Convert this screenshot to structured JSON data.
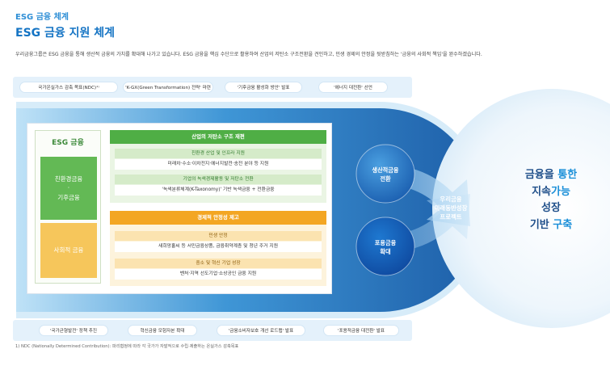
{
  "header": {
    "kicker": "ESG 금융 체계",
    "title": "ESG 금융 지원 체계",
    "intro": "우리금융그룹은 ESG 금융을 통해 생산적 금융의 가치를 확대해 나가고 있습니다. ESG 금융을 핵심 수단으로 활용하여 산업의 저탄소 구조전환을 견인하고, 민생 경제의 안정을 뒷받침하는 '금융의 사회적 책임'을 완수하겠습니다."
  },
  "top_drivers": [
    "국가온실가스 감축 목표(NDC)¹⁾",
    "'K-GX(Green Transformation) 전략' 마련",
    "'기후금융 활성화 방안' 발표",
    "'에너지 대전환' 선언"
  ],
  "bottom_drivers": [
    "'국가균형발전' 정책 추진",
    "혁신금융 모험자본 확대",
    "'금융소비자보호 개선 로드맵' 발표",
    "'포용적금융 대전환' 발표"
  ],
  "esg": {
    "heading": "ESG 금융",
    "green_label_1": "친환경금융",
    "green_dot": "·",
    "green_label_2": "기후금융",
    "social_label": "사회적 금융"
  },
  "green_section": {
    "heading": "산업의 저탄소 구조 재편",
    "item1_title": "친환경 산업 및 인프라 지원",
    "item1_value": "미래차·수소·이차전지·에너지발전·송전 분야 등 지원",
    "item2_title": "기업의 녹색경제활동 및 저탄소 전환",
    "item2_value": "'녹색분류체계(K-Taxonomy)' 기반 녹색금융 + 전환금융"
  },
  "orange_section": {
    "heading": "경제적 안정성 제고",
    "item1_title": "민생 안정",
    "item1_value": "새희망홀씨 등 서민금융상품, 금융취약계층 및 청년 주거 지원",
    "item2_title": "중소 및 혁신 기업 성장",
    "item2_value": "벤처·지역 선도기업·소상공인 금융 지원"
  },
  "circles": {
    "productive_1": "생산적금융",
    "productive_2": "전환",
    "inclusive_1": "포용금융",
    "inclusive_2": "확대",
    "project_1": "우리금융",
    "project_2": "미래동반성장",
    "project_3": "프로젝트"
  },
  "goal": {
    "l1a": "금융을",
    "l1b": "통한",
    "l2a": "지속",
    "l2b": "가능",
    "l3": "성장",
    "l4a": "기반",
    "l4b": "구축"
  },
  "footnote": "1) NDC (Nationally Determined Contribution): 파리협정에 따라 각 국가가 자발적으로 수립·제출하는 온실가스 감축목표",
  "colors": {
    "brand_blue": "#1574c4",
    "green": "#4fae45",
    "orange": "#f3a623",
    "deep_blue": "#1d5ea8"
  }
}
